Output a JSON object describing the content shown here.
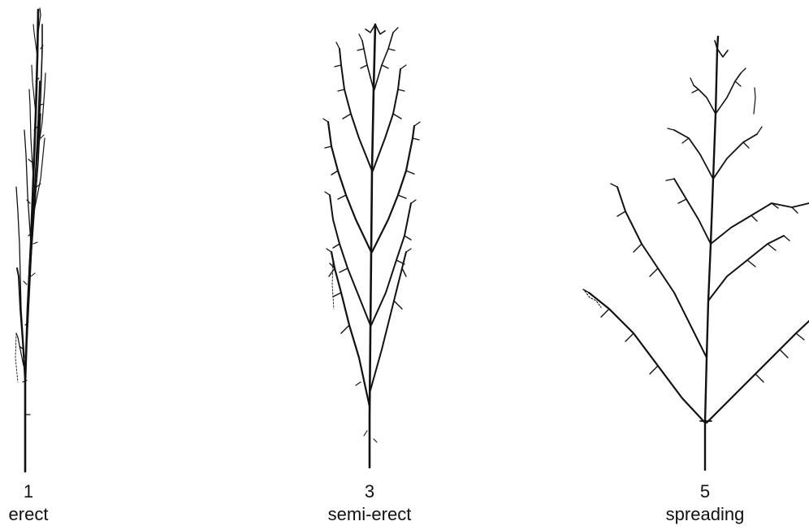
{
  "panels": [
    {
      "score": "1",
      "label": "erect"
    },
    {
      "score": "3",
      "label": "semi-erect"
    },
    {
      "score": "5",
      "label": "spreading"
    }
  ],
  "colors": {
    "ink": "#111111",
    "background": "#ffffff"
  }
}
